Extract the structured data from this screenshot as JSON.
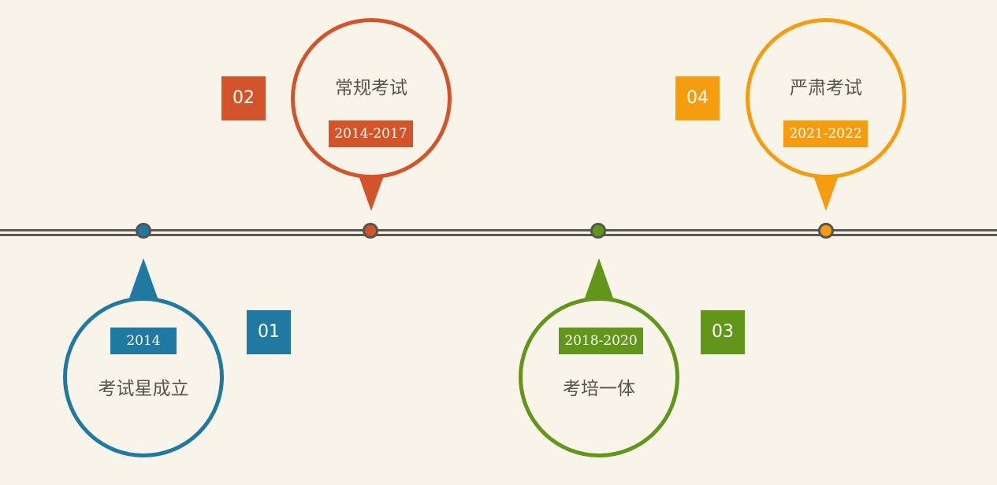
{
  "colors": {
    "background": "#f8f4ea",
    "line": "#5a5a55",
    "text": "#555550",
    "blue": "#1f79a1",
    "red": "#d3532a",
    "green": "#62961a",
    "orange": "#f59d0f"
  },
  "milestones": [
    {
      "number": "01",
      "title": "考试星成立",
      "years": "2014",
      "color": "#1f79a1",
      "placement": "below"
    },
    {
      "number": "02",
      "title": "常规考试",
      "years": "2014-2017",
      "color": "#d3532a",
      "placement": "above"
    },
    {
      "number": "03",
      "title": "考培一体",
      "years": "2018-2020",
      "color": "#62961a",
      "placement": "below"
    },
    {
      "number": "04",
      "title": "严肃考试",
      "years": "2021-2022",
      "color": "#f59d0f",
      "placement": "above"
    }
  ]
}
